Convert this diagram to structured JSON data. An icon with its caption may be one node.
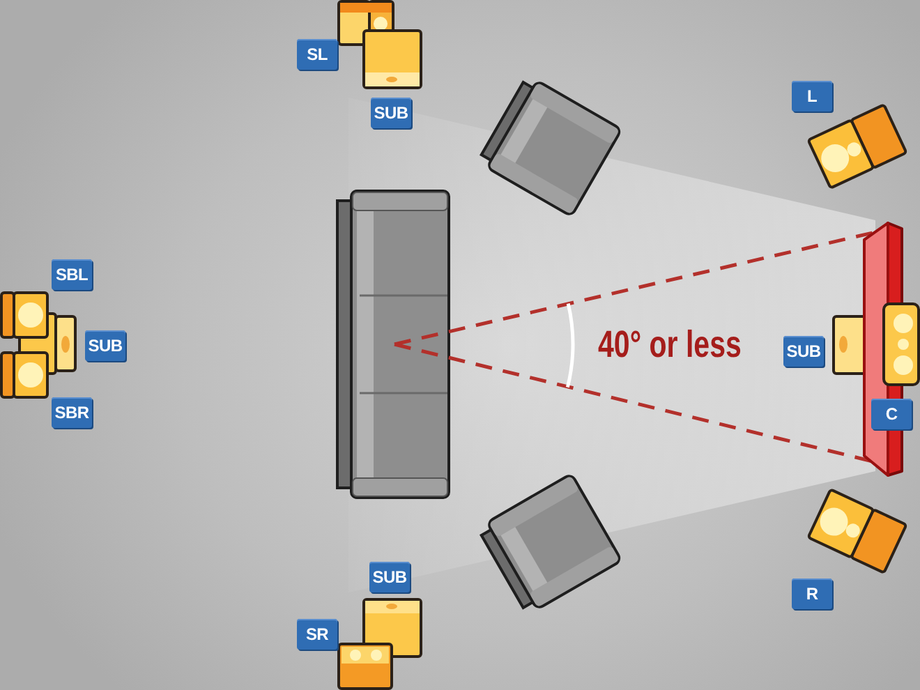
{
  "diagram": {
    "nodes": [
      {
        "text": [
          "SL"
        ]
      },
      {
        "text": [
          "SUB"
        ]
      },
      {
        "text": [
          "L"
        ]
      },
      {
        "text": [
          "SBL"
        ]
      },
      {
        "text": [
          "SUB"
        ]
      },
      {
        "text": [
          "SUB"
        ]
      },
      {
        "text": [
          "SBR"
        ]
      },
      {
        "text": [
          "C"
        ]
      },
      {
        "text": [
          "SUB"
        ]
      },
      {
        "text": [
          "R"
        ]
      },
      {
        "text": [
          "SR"
        ]
      }
    ],
    "labels": [
      "40° or less"
    ]
  }
}
